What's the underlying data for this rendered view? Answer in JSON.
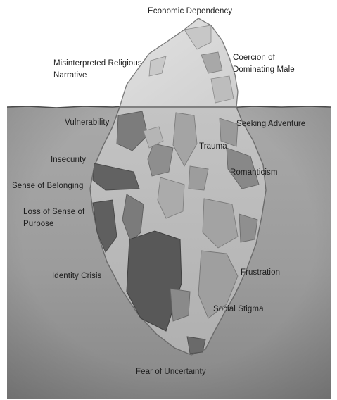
{
  "labels": {
    "economic_dependency": "Economic Dependency",
    "misinterpreted_religious_narrative": "Misinterpreted Religious Narrative",
    "coercion_of_dominating_male": "Coercion of Dominating Male",
    "vulnerability": "Vulnerability",
    "seeking_adventure": "Seeking Adventure",
    "trauma": "Trauma",
    "insecurity": "Insecurity",
    "romanticism": "Romanticism",
    "sense_of_belonging": "Sense of Belonging",
    "loss_of_sense_of_purpose": "Loss of Sense of Purpose",
    "identity_crisis": "Identity Crisis",
    "frustration": "Frustration",
    "social_stigma": "Social Stigma",
    "fear_of_uncertainty": "Fear of Uncertainty"
  },
  "colors": {
    "sky": "#ffffff",
    "water_top": "#a9a9a9",
    "water_bottom": "#8d8d8d",
    "ice_above": "#d9d9d9",
    "ice_below": "#bdbdbd",
    "ice_outline": "#6f6f6f",
    "shard_dark": "#5e5e5e",
    "shard_mid": "#8a8a8a",
    "shard_light": "#9e9e9e"
  }
}
